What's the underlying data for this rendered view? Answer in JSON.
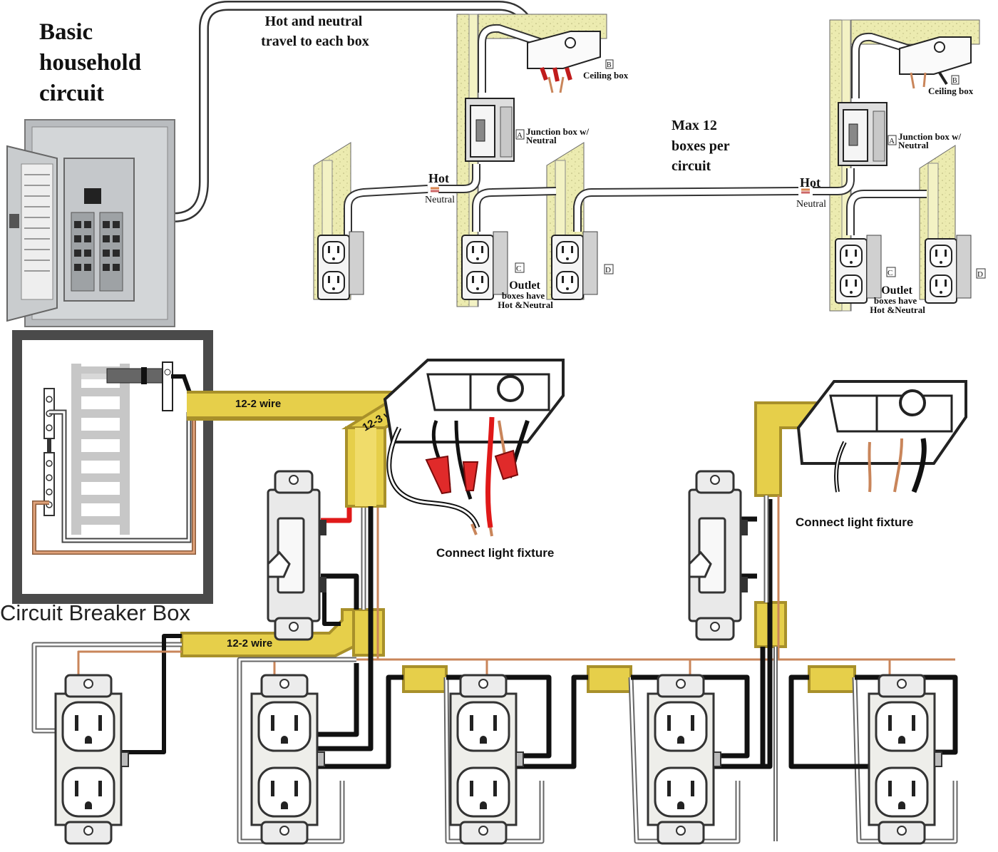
{
  "title_lines": [
    "Basic",
    "household",
    "circuit"
  ],
  "top": {
    "feed_note_lines": [
      "Hot and neutral",
      "travel to each box"
    ],
    "max_note_lines": [
      "Max 12",
      "boxes per",
      "circuit"
    ],
    "left_assembly": {
      "hot": "Hot",
      "neutral": "Neutral",
      "box_a_letter": "A",
      "box_a_lines": [
        "Junction box w/",
        "Neutral"
      ],
      "box_b_letter": "B",
      "box_b_label": "Ceiling box",
      "box_c_letter": "C",
      "box_d_letter": "D",
      "outlet_lines": [
        "Outlet",
        "boxes have",
        "Hot &Neutral"
      ]
    },
    "right_assembly": {
      "hot": "Hot",
      "neutral": "Neutral",
      "box_a_letter": "A",
      "box_a_lines": [
        "Junction box w/",
        "Neutral"
      ],
      "box_b_letter": "B",
      "box_b_label": "Ceiling box",
      "box_c_letter": "C",
      "box_d_letter": "D",
      "outlet_lines": [
        "Outlet",
        "boxes have",
        "Hot &Neutral"
      ]
    }
  },
  "bottom": {
    "breaker_box_label": "Circuit Breaker Box",
    "wire_main": "12-2 wire",
    "wire_switch_leg": "12-3 wire",
    "wire_outlets": "12-2 wire",
    "fixture_left": "Connect light fixture",
    "fixture_right": "Connect light fixture"
  },
  "colors": {
    "cable_yellow": "#e6cf4a",
    "cable_shade": "#a8902a",
    "hot_black": "#111111",
    "ground_copper": "#c9855a",
    "switch_red": "#e01919",
    "wall_stud": "#ecebb0"
  }
}
